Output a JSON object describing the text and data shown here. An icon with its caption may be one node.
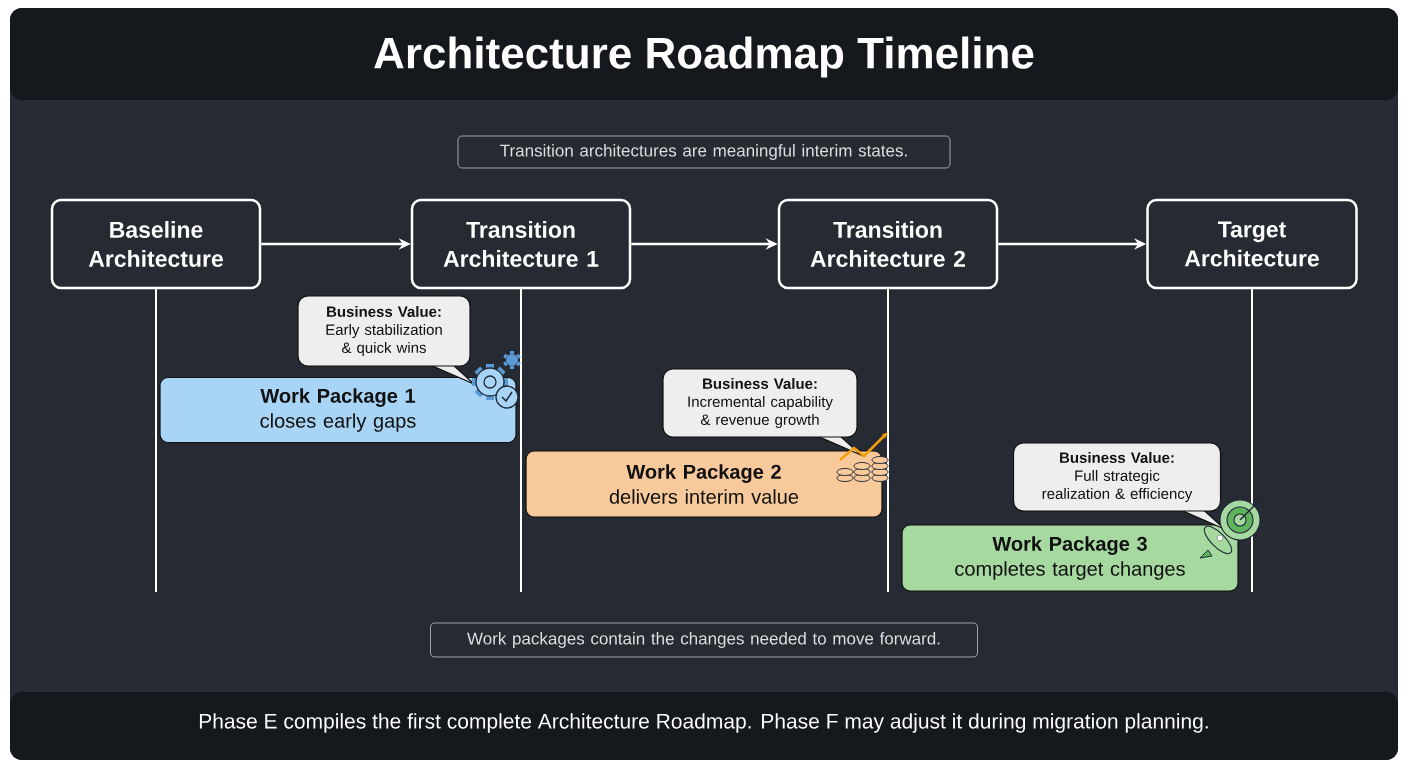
{
  "diagram": {
    "title": "Architecture Roadmap Timeline",
    "caption": "Phase E compiles the first complete Architecture Roadmap. Phase F may adjust it during migration planning.",
    "nodes": [
      {
        "text": [
          "Transition architectures are meaningful interim states."
        ]
      },
      {
        "text": [
          "Baseline Architecture"
        ]
      },
      {
        "text": [
          "Transition Architecture 1"
        ]
      },
      {
        "text": [
          "Transition Architecture 2"
        ]
      },
      {
        "text": [
          "Target Architecture"
        ]
      },
      {
        "text": [
          "Business Value:",
          "Early stabilization & quick wins"
        ]
      },
      {
        "text": [
          "Work Package 1",
          "closes early gaps"
        ]
      },
      {
        "text": [
          "Business Value:",
          "Incremental capability & revenue growth"
        ]
      },
      {
        "text": [
          "Work Package 2",
          "delivers interim value"
        ]
      },
      {
        "text": [
          "Business Value:",
          "Full strategic realization & efficiency"
        ]
      },
      {
        "text": [
          "Work Package 3",
          "completes target changes"
        ]
      },
      {
        "text": [
          "Work packages contain the changes needed to move forward."
        ]
      }
    ],
    "edges": [
      {
        "from": 1,
        "to": 2,
        "arrow": "to"
      },
      {
        "from": 2,
        "to": 3,
        "arrow": "to"
      },
      {
        "from": 3,
        "to": 4,
        "arrow": "to"
      }
    ]
  }
}
